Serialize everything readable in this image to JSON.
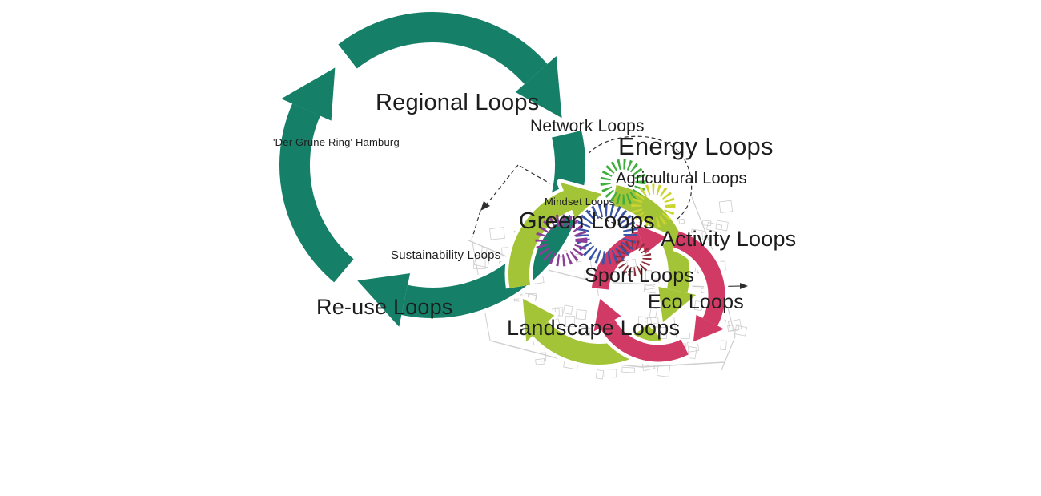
{
  "diagram": {
    "labels": {
      "regional": "Regional Loops",
      "der_gruene_ring": "'Der Grüne Ring' Hamburg",
      "network": "Network Loops",
      "energy": "Energy Loops",
      "agricultural": "Agricultural Loops",
      "mindset": "Mindset Loops",
      "green": "Green Loops",
      "activity": "Activity Loops",
      "sport": "Sport Loops",
      "eco": "Eco Loops",
      "sustainability": "Sustainability Loops",
      "reuse": "Re-use Loops",
      "landscape": "Landscape Loops"
    }
  },
  "colors": {
    "regional_loop": "#167f68",
    "landscape_loop": "#a4c438",
    "activity_loop": "#d23a66",
    "ring_green": "#3fae3e",
    "ring_yellow": "#ccd42f",
    "ring_blue": "#3a55a8",
    "ring_purple": "#8d3f98",
    "ring_red": "#8e3039"
  }
}
